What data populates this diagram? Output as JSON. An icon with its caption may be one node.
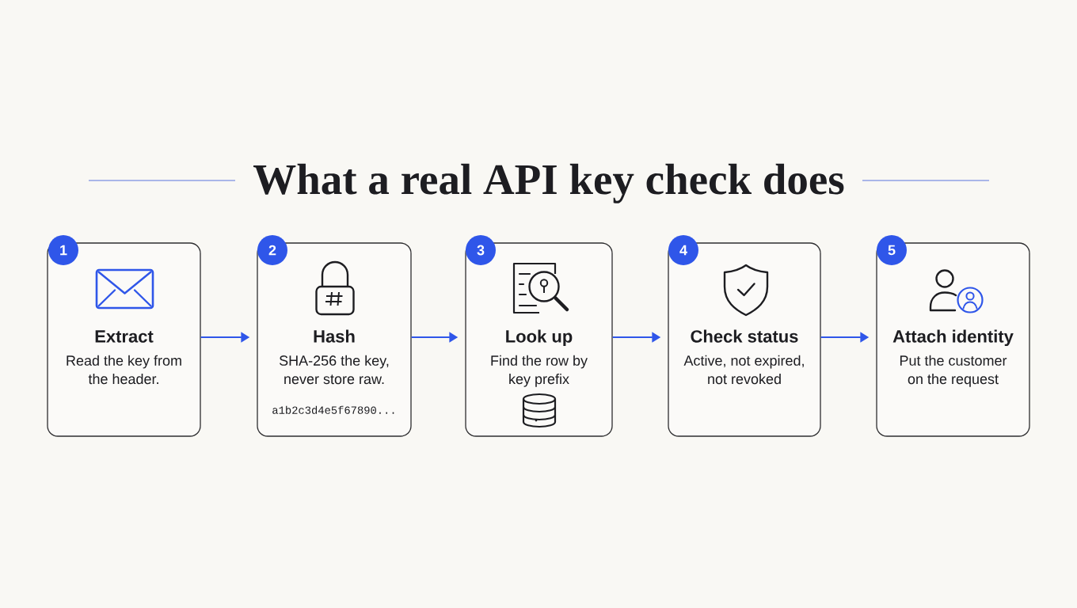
{
  "diagram": {
    "title": "What a real API key check does",
    "nodes": [
      {
        "text": [
          "1"
        ]
      },
      {
        "text": [
          "Extract",
          "Read the key from the header."
        ]
      },
      {
        "text": [
          "2"
        ]
      },
      {
        "text": [
          "Hash",
          "SHA-256 the key, never store raw.",
          "a1b2c3d4e5f67890..."
        ]
      },
      {
        "text": [
          "3"
        ]
      },
      {
        "text": [
          "Look up",
          "Find the row by key prefix"
        ]
      },
      {
        "text": [
          "4"
        ]
      },
      {
        "text": [
          "Check status",
          "Active, not expired, not revoked"
        ]
      },
      {
        "text": [
          "5"
        ]
      },
      {
        "text": [
          "Attach identity",
          "Put the customer on the request"
        ]
      }
    ],
    "edges": [
      {
        "from": 1,
        "to": 3,
        "arrow": "to"
      },
      {
        "from": 3,
        "to": 5,
        "arrow": "to"
      },
      {
        "from": 5,
        "to": 7,
        "arrow": "to"
      },
      {
        "from": 7,
        "to": 9,
        "arrow": "to"
      }
    ]
  }
}
